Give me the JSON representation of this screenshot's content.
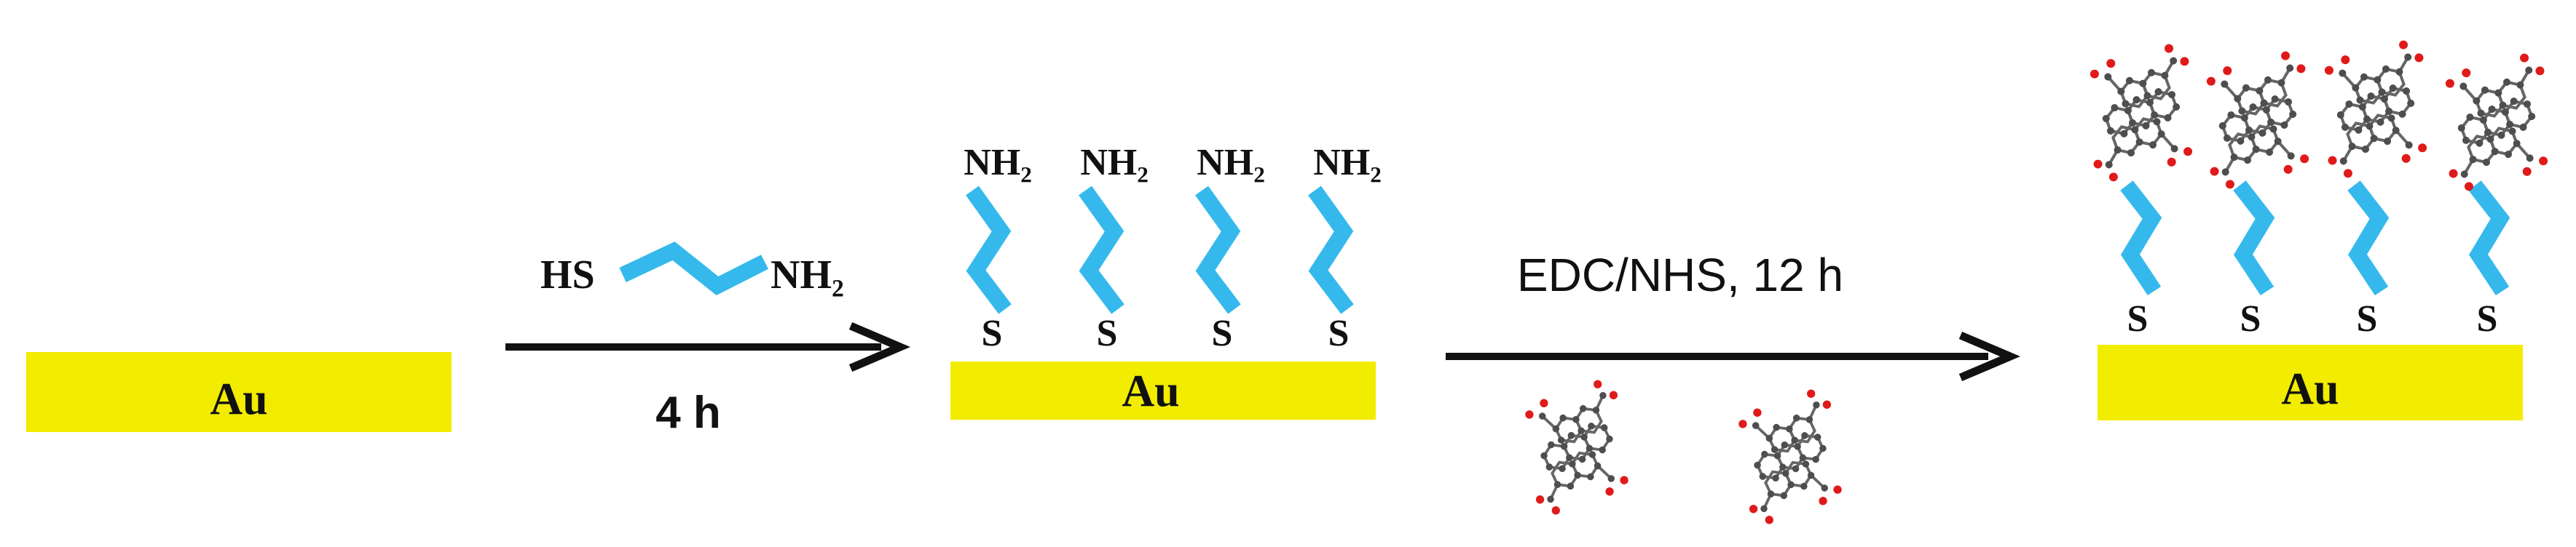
{
  "colors": {
    "gold": "#f2ec00",
    "linker": "#35b9ec",
    "text": "#111111",
    "arrow": "#111111",
    "carbon_atom": "#555555",
    "oxygen_atom": "#e21b1b"
  },
  "steps": [
    {
      "substrate_label": "Au"
    },
    {
      "arrow": {
        "reagent_left": "HS",
        "reagent_right": "NH₂",
        "condition": "4 h"
      },
      "substrate_label": "Au",
      "amine_labels": [
        "NH₂",
        "NH₂",
        "NH₂",
        "NH₂"
      ],
      "sulfur_labels": [
        "S",
        "S",
        "S",
        "S"
      ]
    },
    {
      "arrow": {
        "condition": "EDC/NHS, 12 h",
        "reagent_molecule_icons": [
          "perylene-tetracarboxylic-acid-icon",
          "perylene-tetracarboxylic-acid-icon"
        ]
      },
      "substrate_label": "Au",
      "sulfur_labels": [
        "S",
        "S",
        "S",
        "S"
      ],
      "attached_molecule_icons": [
        "perylene-molecule-icon",
        "perylene-molecule-icon",
        "perylene-molecule-icon",
        "perylene-molecule-icon"
      ]
    }
  ]
}
